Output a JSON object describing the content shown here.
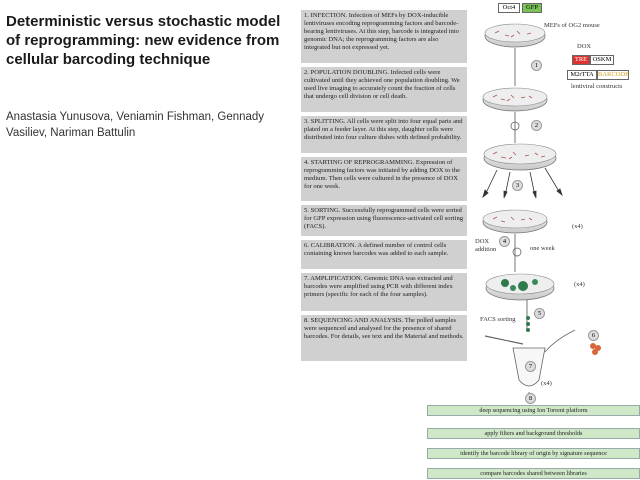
{
  "slide": {
    "title": "Deterministic versus stochastic model of reprogramming: new evidence from cellular barcoding technique",
    "authors": "Anastasia Yunusova, Veniamin Fishman, Gennady Vasiliev, Nariman Battulin"
  },
  "steps": [
    {
      "text": "1. INFECTION. Infection of MEFs by DOX-inducible lentiviruses encoding reprogramming factors and barcode-bearing lentiviruses. At this step, barcode is integrated into genomic DNA; the reprogramming factors are also integrated but not expressed yet."
    },
    {
      "text": "2. POPULATION DOUBLING. Infected cells were cultivated until they achieved one population doubling. We used live imaging to accurately count the fraction of cells that undergo cell division or cell death."
    },
    {
      "text": "3. SPLITTING. All cells were split into four equal parts and plated on a feeder layer. At this step, daughter cells were distributed into four culture dishes with defined probability."
    },
    {
      "text": "4. STARTING OF REPROGRAMMING. Expression of reprogramming factors was initiated by adding DOX to the medium. Then cells were cultured in the presence of DOX for one week."
    },
    {
      "text": "5. SORTING. Successfully reprogrammed cells were sorted for GFP expression using fluorescence-activated cell sorting (FACS)."
    },
    {
      "text": "6. CALIBRATION. A defined number of control cells containing known barcodes was added to each sample."
    },
    {
      "text": "7. AMPLIFICATION. Genomic DNA was extracted and barcodes were amplified using PCR with different index primers (specific for each of the four samples)."
    },
    {
      "text": "8. SEQUENCING AND ANALYSIS. The polled samples were sequenced and analysed for the presence of shared barcodes. For details, see text and the Material and methods."
    }
  ],
  "figure": {
    "oct4": "Oct4",
    "gfp": "GFP",
    "mefs_label": "MEFs of OG2 mouse",
    "dox": "DOX",
    "tre": "TRE",
    "oskm": "OSKM",
    "m2rtta": "M2rTTA",
    "barcode": "BARCODE",
    "lentiviral": "lentiviral constructs",
    "x4_a": "(x4)",
    "x4_b": "(x4)",
    "x4_c": "(x4)",
    "dox_addition": "DOX\naddition",
    "one_week": "one week",
    "facs": "FACS sorting",
    "nums": [
      "1",
      "2",
      "3",
      "4",
      "5",
      "6",
      "7",
      "8"
    ]
  },
  "pipeline": [
    "deep sequencing using Ion Torrent platform",
    "apply filters and background thresholds",
    "identify the barcode library of origin by signature sequence",
    "compare barcodes shared between libraries"
  ]
}
